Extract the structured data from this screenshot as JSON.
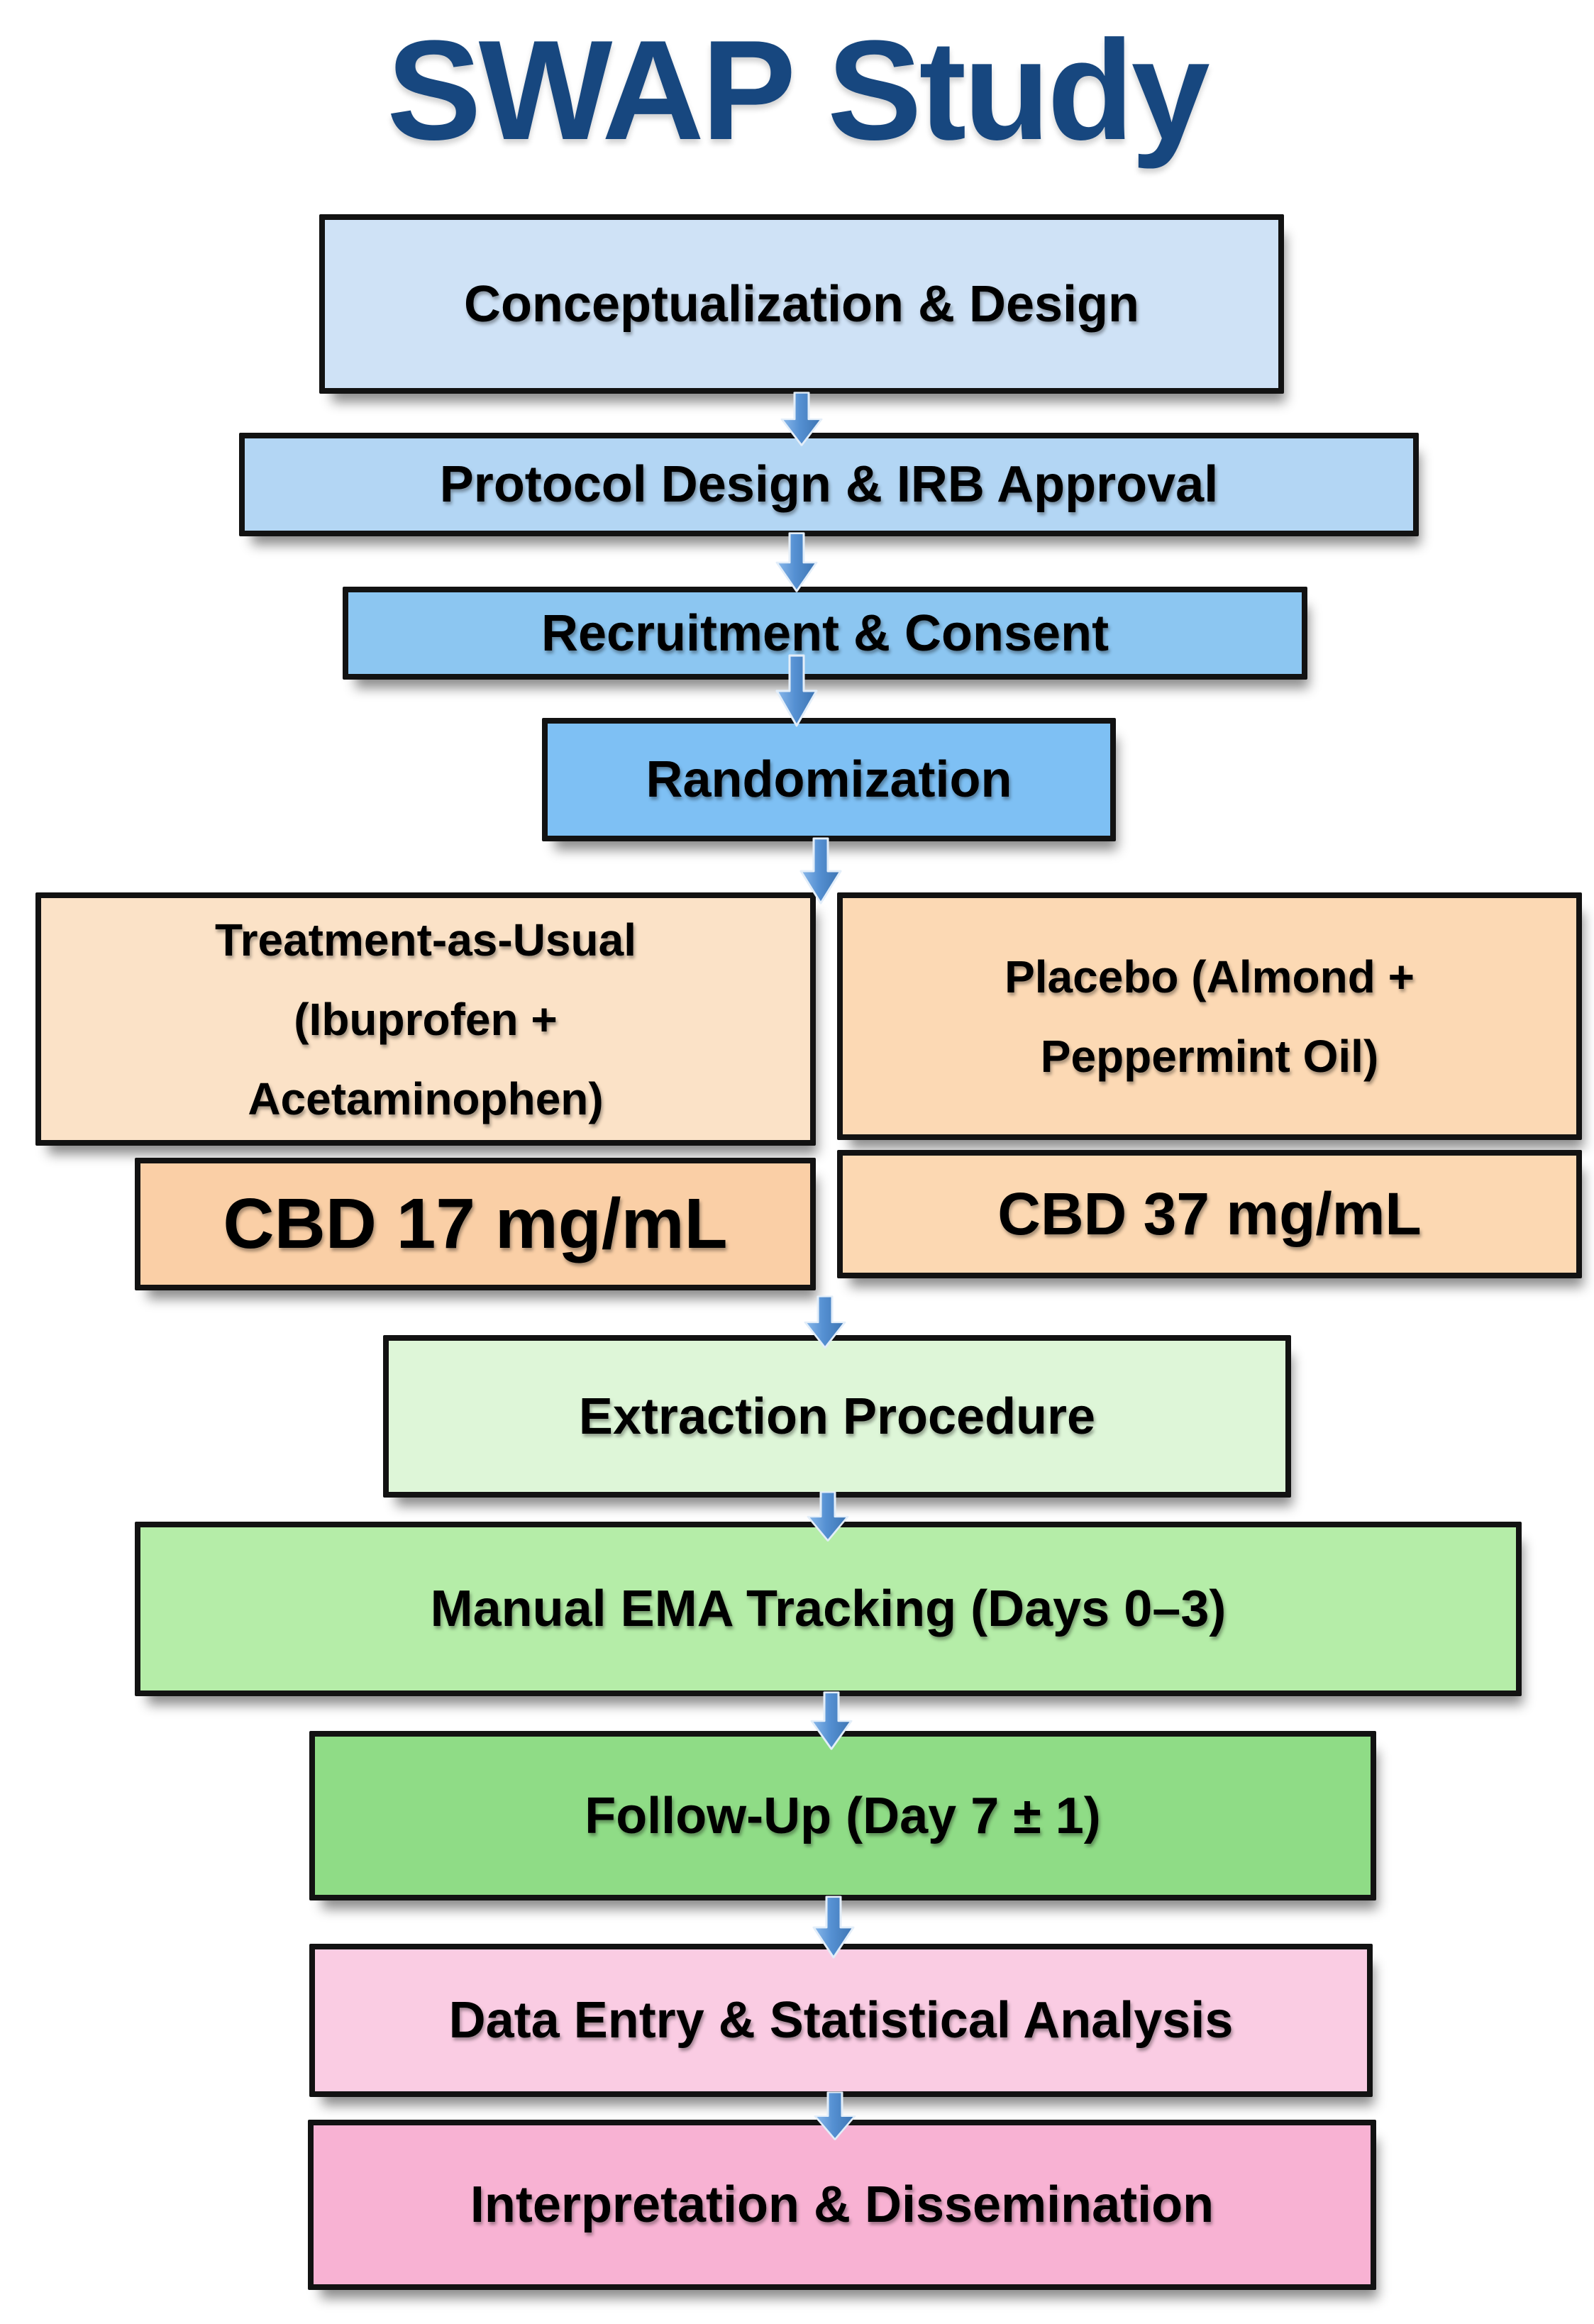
{
  "title": {
    "text": "SWAP Study",
    "color": "#17477F"
  },
  "diagram": {
    "type": "flowchart",
    "direction": "top-down",
    "border_color": "#121212",
    "arrow_color": "#4E86C6",
    "nodes": [
      {
        "id": "conceptualization",
        "label": "Conceptualization & Design",
        "fill": "#CFE2F6"
      },
      {
        "id": "protocol",
        "label": "Protocol Design & IRB Approval",
        "fill": "#B3D6F4"
      },
      {
        "id": "recruitment",
        "label": "Recruitment & Consent",
        "fill": "#8CC6F1"
      },
      {
        "id": "randomization",
        "label": "Randomization",
        "fill": "#7EC0F4"
      },
      {
        "id": "treatment-as-usual",
        "label": "Treatment-as-Usual\n(Ibuprofen +\nAcetaminophen)",
        "fill": "#FBE2C7"
      },
      {
        "id": "placebo",
        "label": "Placebo (Almond +\nPeppermint Oil)",
        "fill": "#FCD9B4"
      },
      {
        "id": "cbd-17",
        "label": "CBD 17 mg/mL",
        "fill": "#FACFA6"
      },
      {
        "id": "cbd-37",
        "label": "CBD 37 mg/mL",
        "fill": "#FCD8B2"
      },
      {
        "id": "extraction",
        "label": "Extraction Procedure",
        "fill": "#DEF6D8"
      },
      {
        "id": "ema-tracking",
        "label": "Manual EMA Tracking (Days 0–3)",
        "fill": "#B5EDA8"
      },
      {
        "id": "follow-up",
        "label": "Follow-Up (Day 7 ± 1)",
        "fill": "#8FDC86"
      },
      {
        "id": "data-entry",
        "label": "Data Entry & Statistical Analysis",
        "fill": "#FACCE3"
      },
      {
        "id": "interpretation",
        "label": "Interpretation & Dissemination",
        "fill": "#F8B2D3"
      }
    ],
    "edges": [
      {
        "from": "conceptualization",
        "to": "protocol"
      },
      {
        "from": "protocol",
        "to": "recruitment"
      },
      {
        "from": "recruitment",
        "to": "randomization"
      },
      {
        "from": "randomization",
        "to": "treatment-arms"
      },
      {
        "from": "treatment-arms",
        "to": "extraction"
      },
      {
        "from": "extraction",
        "to": "ema-tracking"
      },
      {
        "from": "ema-tracking",
        "to": "follow-up"
      },
      {
        "from": "follow-up",
        "to": "data-entry"
      },
      {
        "from": "data-entry",
        "to": "interpretation"
      }
    ]
  }
}
